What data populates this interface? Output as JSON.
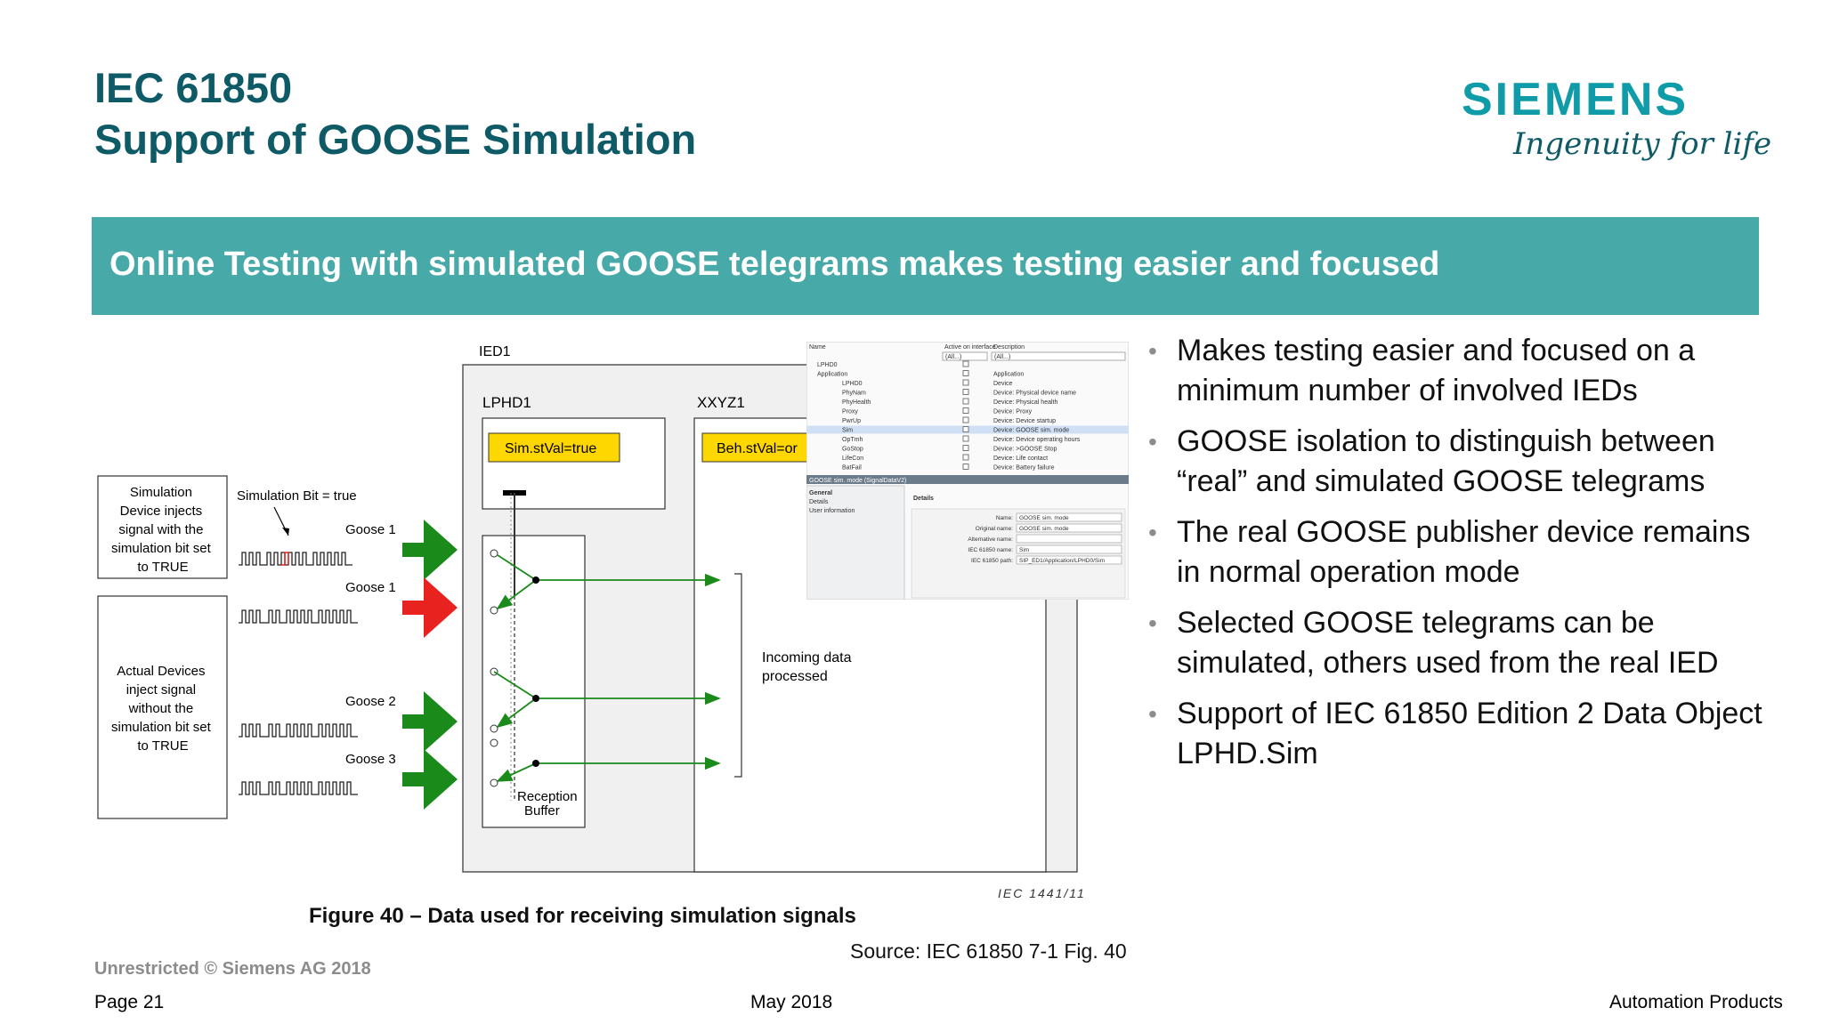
{
  "header": {
    "title_line1": "IEC 61850",
    "title_line2": "Support of GOOSE Simulation",
    "logo_word": "SIEMENS",
    "logo_tagline": "Ingenuity for life"
  },
  "banner": {
    "text": "Online Testing with simulated GOOSE telegrams makes testing easier and focused",
    "color": "#47a9a8"
  },
  "bullets": [
    "Makes testing easier and focused on a minimum number of involved IEDs",
    "GOOSE isolation to distinguish between “real” and simulated GOOSE telegrams",
    "The real GOOSE publisher device remains in normal operation mode",
    "Selected GOOSE telegrams can be simulated, others used from the real IED",
    "Support of IEC 61850 Edition 2 Data Object LPHD.Sim"
  ],
  "figure": {
    "ied_label": "IED1",
    "lphd_label": "LPHD1",
    "xxyz_label": "XXYZ1",
    "sim_stval": "Sim.stVal=true",
    "beh_stval": "Beh.stVal=or",
    "sim_device_text": [
      "Simulation",
      "Device injects",
      "signal with the",
      "simulation bit set",
      "to TRUE"
    ],
    "actual_device_text": [
      "Actual Devices",
      "inject signal",
      "without the",
      "simulation bit set",
      "to TRUE"
    ],
    "sim_bit_label": "Simulation Bit = true",
    "goose_labels": [
      "Goose 1",
      "Goose 1",
      "Goose 2",
      "Goose 3"
    ],
    "incoming_data": [
      "Incoming data",
      "processed"
    ],
    "reception_buffer": [
      "Reception",
      "Buffer"
    ],
    "iec_ref": "IEC   1441/11",
    "caption": "Figure 40 – Data used for receiving simulation signals",
    "source": "Source: IEC 61850 7-1 Fig. 40"
  },
  "screenshot_inset": {
    "columns": [
      "Name",
      "Active on interface",
      "Description"
    ],
    "filter_values": [
      "(All...)",
      "(All...)"
    ],
    "rows": [
      {
        "name": "LPHD0",
        "desc": ""
      },
      {
        "name": "Application",
        "desc": "Application"
      },
      {
        "name": "LPHD0",
        "desc": "Device"
      },
      {
        "name": "PhyNam",
        "desc": "Device: Physical device name"
      },
      {
        "name": "PhyHealth",
        "desc": "Device: Physical health"
      },
      {
        "name": "Proxy",
        "desc": "Device: Proxy"
      },
      {
        "name": "PwrUp",
        "desc": "Device: Device startup"
      },
      {
        "name": "Sim",
        "desc": "Device: GOOSE sim. mode"
      },
      {
        "name": "OpTmh",
        "desc": "Device: Device operating hours"
      },
      {
        "name": "GoStop",
        "desc": "Device: >GOOSE Stop"
      },
      {
        "name": "LifeCon",
        "desc": "Device: Life contact"
      },
      {
        "name": "BatFail",
        "desc": "Device: Battery failure"
      }
    ],
    "panel_title": "GOOSE sim. mode (SignalDataV2)",
    "tabs": [
      "General",
      "Details",
      "User information"
    ],
    "details_heading": "Details",
    "details": [
      {
        "label": "Name:",
        "value": "GOOSE sim. mode"
      },
      {
        "label": "Original name:",
        "value": "GOOSE sim. mode"
      },
      {
        "label": "Alternative name:",
        "value": ""
      },
      {
        "label": "IEC 61850 name:",
        "value": "Sim"
      },
      {
        "label": "IEC 61850 path:",
        "value": "SIP_ED1/Application/LPHD0/Sim"
      }
    ]
  },
  "footer": {
    "classification": "Unrestricted © Siemens AG 2018",
    "page": "Page 21",
    "date": "May 2018",
    "department": "Automation Products"
  },
  "colors": {
    "title": "#0e5a66",
    "logo": "#0f9ba8",
    "green_arrow": "#1a8a1a",
    "red_arrow": "#e8231f",
    "state_box": "#ffd700"
  }
}
